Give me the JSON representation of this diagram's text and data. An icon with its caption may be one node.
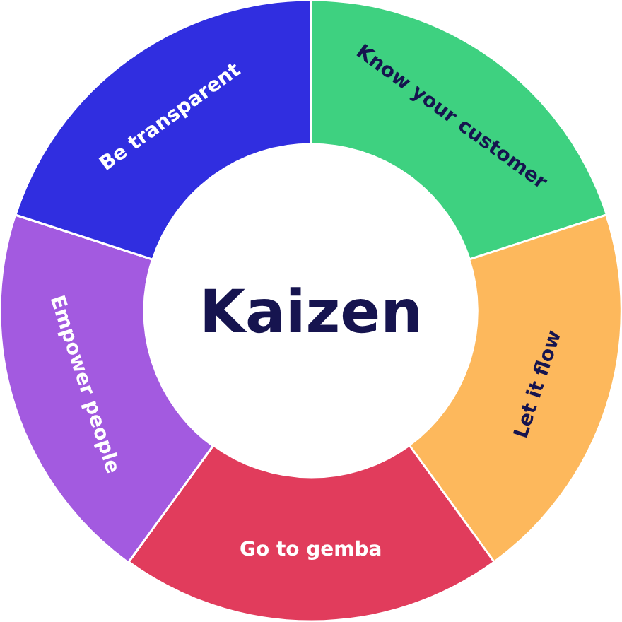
{
  "diagram": {
    "nodes": [
      {
        "text": [
          "Kaizen"
        ]
      },
      {
        "text": [
          "Know your customer"
        ]
      },
      {
        "text": [
          "Let it flow"
        ]
      },
      {
        "text": [
          "Go to gemba"
        ]
      },
      {
        "text": [
          "Empower people"
        ]
      },
      {
        "text": [
          "Be transparent"
        ]
      }
    ]
  }
}
